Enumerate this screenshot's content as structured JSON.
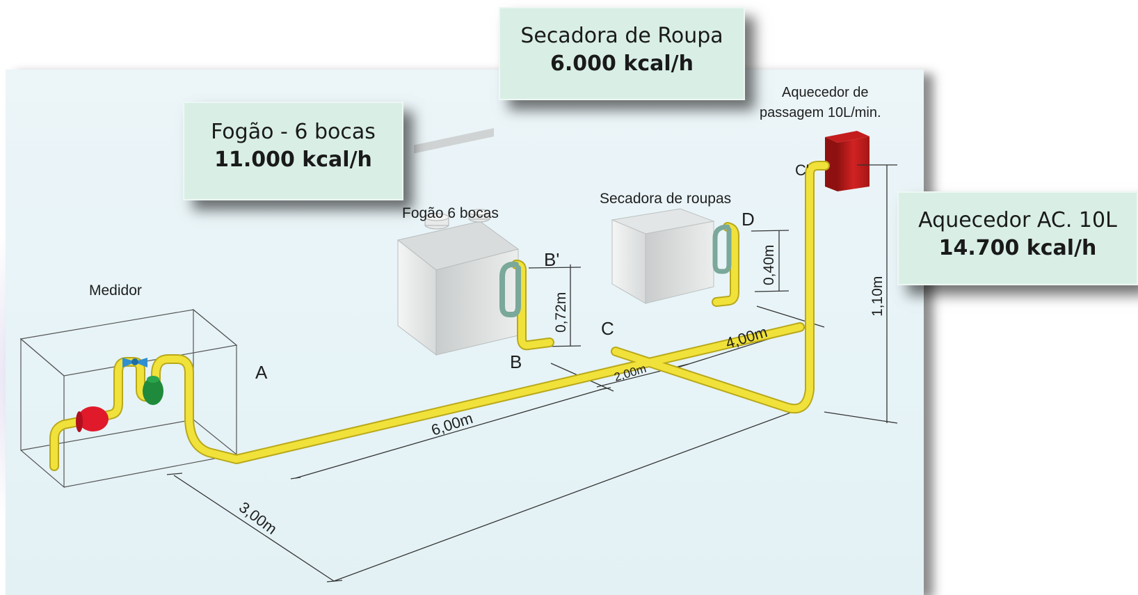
{
  "callouts": {
    "fogao": {
      "line1": "Fogão - 6 bocas",
      "line2": "11.000 kcal/h"
    },
    "secadora": {
      "line1": "Secadora de Roupa",
      "line2": "6.000 kcal/h"
    },
    "aquecedor": {
      "line1": "Aquecedor AC. 10L",
      "line2": "14.700 kcal/h"
    }
  },
  "labels": {
    "medidor": "Medidor",
    "fogao": "Fogão 6 bocas",
    "secadora": "Secadora de roupas",
    "aquecedor_line1": "Aquecedor de",
    "aquecedor_line2": "passagem 10L/min."
  },
  "points": {
    "a": "A",
    "b": "B",
    "b_prime": "B'",
    "c": "C",
    "c_prime": "C'",
    "d": "D"
  },
  "dimensions": {
    "d_300": "3,00m",
    "d_600": "6,00m",
    "d_200": "2,00m",
    "d_400": "4,00m",
    "d_072": "0,72m",
    "d_040": "0,40m",
    "d_110": "1,10m"
  },
  "colors": {
    "pipe": "#f0e23a",
    "pipe_edge": "#b9a819",
    "appliance": "#e4e6e6",
    "heater": "#cc1f1f",
    "callout_bg": "#d9efe6",
    "meter_red": "#e01a2a",
    "meter_green": "#1f8a3c",
    "valve_blue": "#2f8fd0"
  }
}
